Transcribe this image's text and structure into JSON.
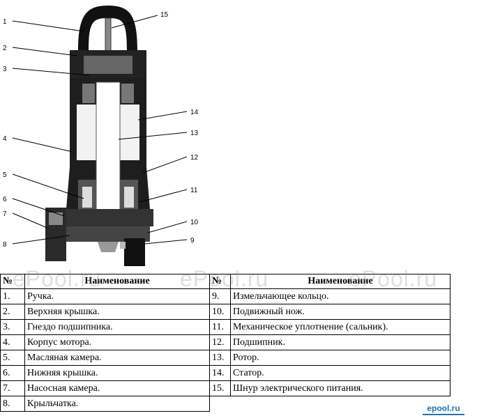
{
  "callouts": [
    "1",
    "2",
    "3",
    "4",
    "5",
    "6",
    "7",
    "8",
    "9",
    "10",
    "11",
    "12",
    "13",
    "14",
    "15"
  ],
  "table": {
    "headers": {
      "num": "№",
      "name": "Наименование"
    },
    "left_rows": [
      {
        "num": "1.",
        "name": "Ручка."
      },
      {
        "num": "2.",
        "name": "Верхняя крышка."
      },
      {
        "num": "3.",
        "name": "Гнездо подшипника."
      },
      {
        "num": "4.",
        "name": "Корпус мотора."
      },
      {
        "num": "5.",
        "name": "Масляная камера."
      },
      {
        "num": "6.",
        "name": "Нижняя крышка."
      },
      {
        "num": "7.",
        "name": "Насосная камера."
      },
      {
        "num": "8.",
        "name": "Крыльчатка."
      }
    ],
    "right_rows": [
      {
        "num": "9.",
        "name": "Измельчающее кольцо."
      },
      {
        "num": "10.",
        "name": "Подвижный нож."
      },
      {
        "num": "11.",
        "name": "Механическое уплотнение (сальник)."
      },
      {
        "num": "12.",
        "name": "Подшипник."
      },
      {
        "num": "13.",
        "name": "Ротор."
      },
      {
        "num": "14.",
        "name": "Статор."
      },
      {
        "num": "15.",
        "name": "Шнур электрического питания."
      }
    ]
  },
  "watermark": "ePool.ru",
  "logo_text": "epool.ru"
}
